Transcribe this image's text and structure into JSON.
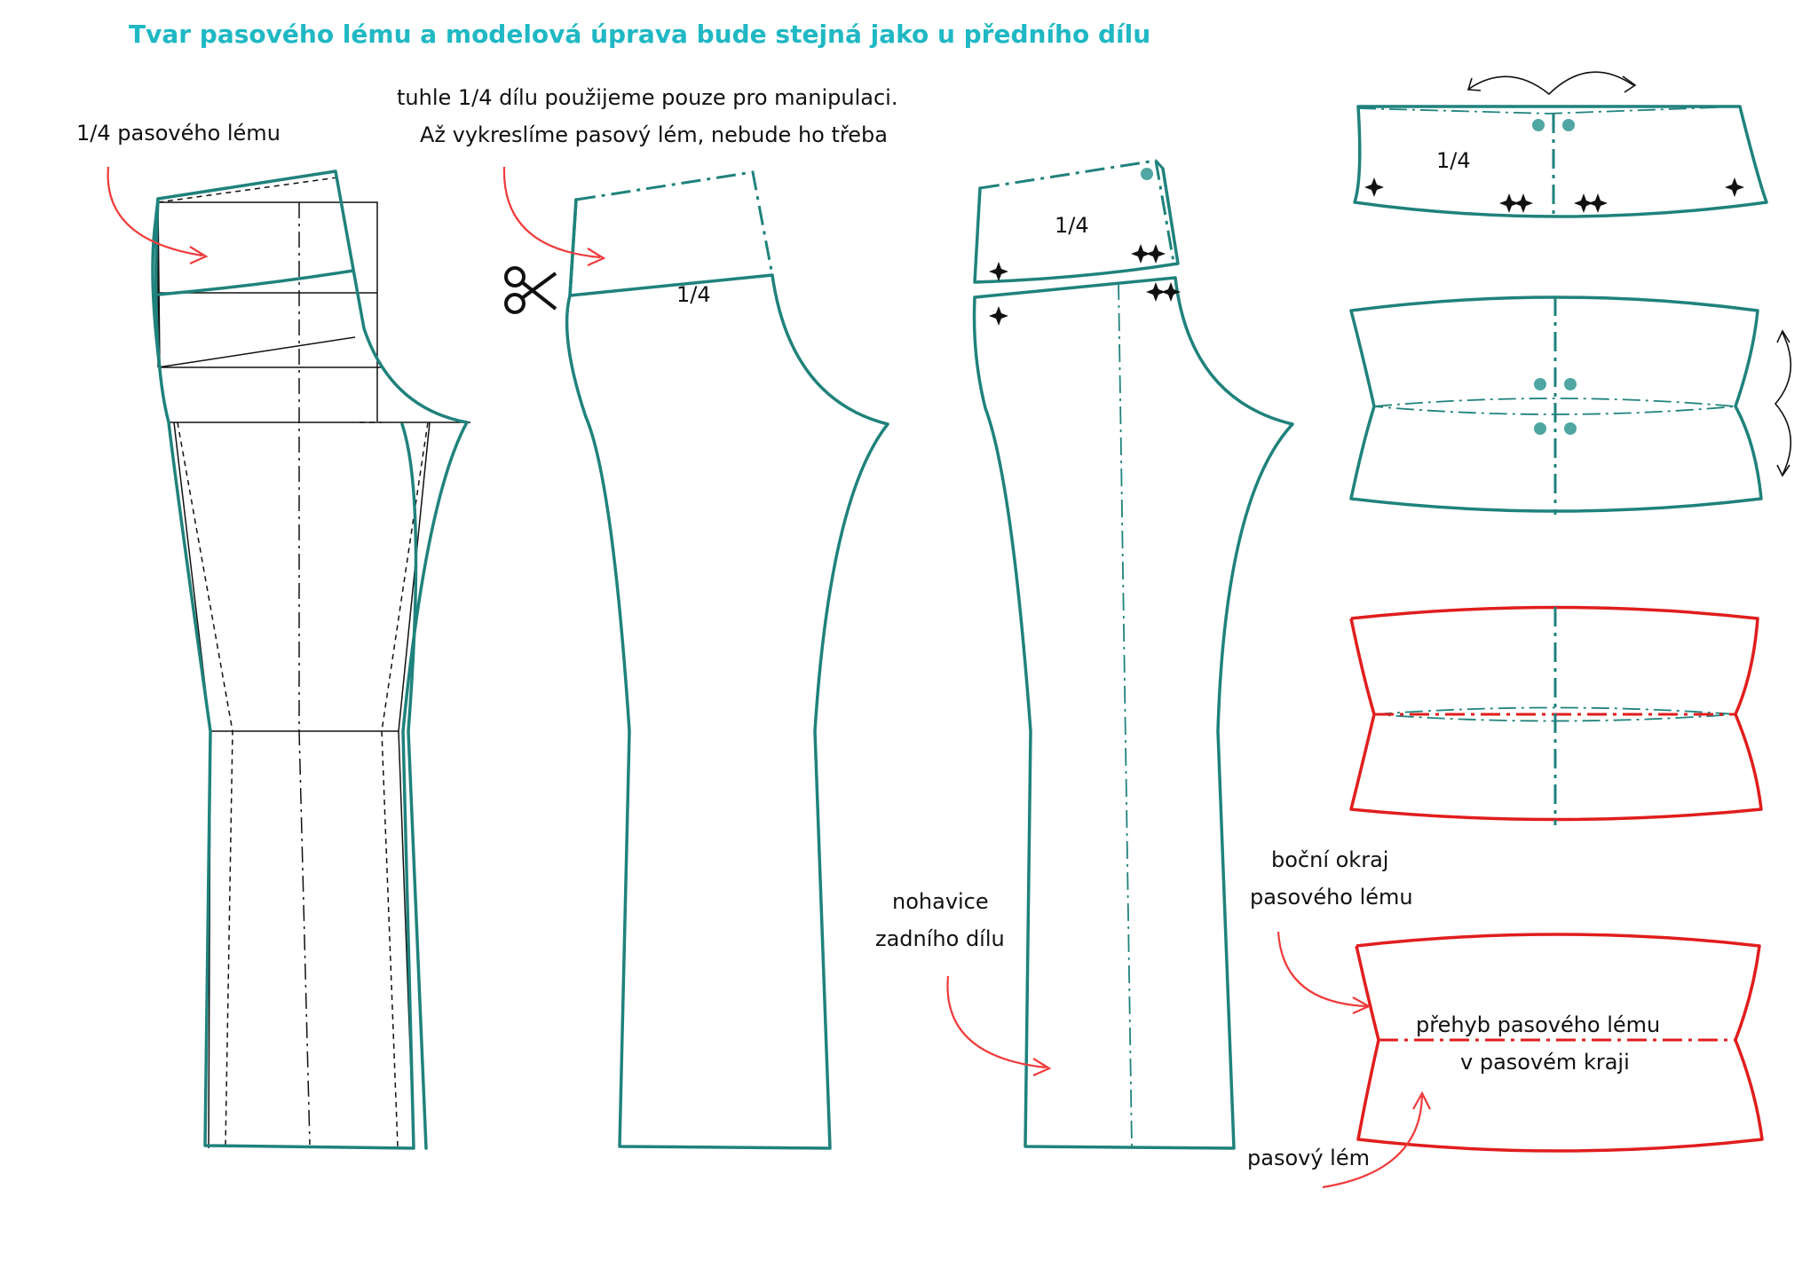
{
  "title": "Tvar pasového lému a modelová úprava bude stejná jako u předního dílu",
  "colors": {
    "title": "#1fb8c4",
    "pattern": "#1f827c",
    "highlight": "#e11d1d",
    "arrow": "#f03b3b",
    "marker": "#4fa6a2"
  },
  "labels": {
    "quarter_band": "1/4 pasového lému",
    "note_line1": "tuhle 1/4 dílu použijeme pouze pro manipulaci.",
    "note_line2": "Až vykreslíme pasový lém, nebude ho třeba",
    "quarter_a": "1/4",
    "quarter_b": "1/4",
    "quarter_c": "1/4",
    "back_leg_line1": "nohavice",
    "back_leg_line2": "zadního dílu",
    "side_edge_line1": "boční okraj",
    "side_edge_line2": "pasového lému",
    "fold_line1": "přehyb pasového lému",
    "fold_line2": "v pasovém kraji",
    "waistband": "pasový lém"
  },
  "icons": {
    "scissors": "scissors-icon",
    "notch_stars": "four-point-star-icon",
    "marker_dots": "circle-dot-icon"
  }
}
